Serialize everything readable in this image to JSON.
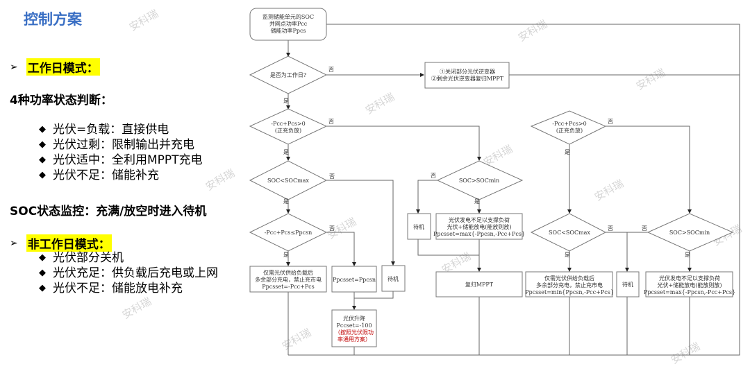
{
  "title": "控制方案",
  "workday": {
    "label": "工作日模式：",
    "heading": "4种功率状态判断：",
    "items": [
      "光伏=负载：直接供电",
      "光伏过剩：限制输出并充电",
      "光伏适中：全利用MPPT充电",
      "光伏不足：储能补充"
    ],
    "soc": "SOC状态监控：充满/放空时进入待机"
  },
  "nonworkday": {
    "label": "非工作日模式：",
    "items": [
      "光伏部分关机",
      "光伏充足：供负载后充电或上网",
      "光伏不足：储能放电补充"
    ]
  },
  "flow": {
    "start": [
      "监测储能单元的SOC",
      "并网点功率Pcc",
      "储能功率Ppcs"
    ],
    "is_workday": "是否为工作日?",
    "nonwork_action": [
      "①关闭部分光伏逆变器",
      "②剩余光伏逆变器复归MPPT"
    ],
    "cond_pos": [
      "-Pcc+Pcs>0",
      "(正充负放)"
    ],
    "soc_max": "SOC<SOCmax",
    "soc_min": "SOC>SOCmin",
    "cond_ppcsn": "-Pcc+Pcs≤Ppcsn",
    "charge_box": [
      "仅需光伏供给负载后",
      "多余部分充电，禁止充市电",
      "Ppcsset=-Pcc+Pcs"
    ],
    "ppcsn_box": "Ppcsset=Ppcsn",
    "standby": "待机",
    "pv_adjust": [
      "光伏升降",
      "Pccset=-100"
    ],
    "pv_adjust_note": [
      "（按照光伏限功",
      "率通用方案）"
    ],
    "discharge_box": [
      "光伏发电不足以支撑负荷",
      "光伏+储能放电(能放则放)",
      "Ppcsset=max{-Ppcsn,-Pcc+Pcs}"
    ],
    "mppt": "复归MPPT",
    "charge_box_min": [
      "仅需光伏供给负载后",
      "多余部分充电，禁止充市电",
      "Ppcsset=min{Ppcsn,-Pcc+Pcs}"
    ],
    "yes": "是",
    "no": "否"
  },
  "watermark": "安科瑞",
  "colors": {
    "title": "#3a6fc4",
    "highlight": "#ffff00",
    "note": "#c00000",
    "line": "#555555"
  }
}
